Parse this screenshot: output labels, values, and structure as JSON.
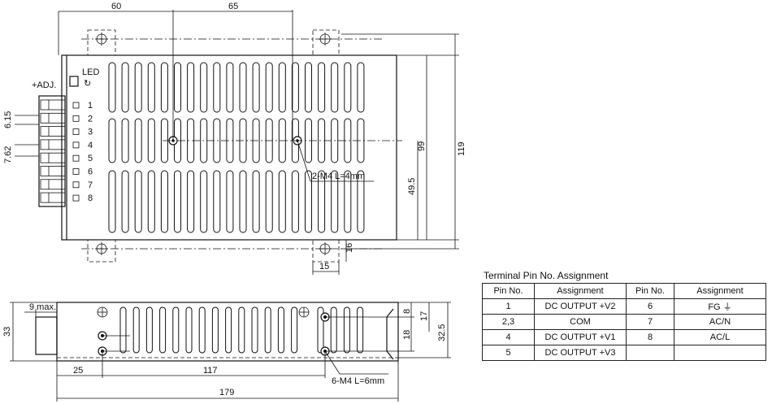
{
  "top_view": {
    "dims": {
      "d60": "60",
      "d65": "65",
      "d99": "99",
      "d119": "119",
      "d49_5": "49.5",
      "d16": "16",
      "d15": "15",
      "d6_15": "6.15",
      "d7_62": "7.62"
    },
    "labels": {
      "led": "LED",
      "adj": "+ADJ.",
      "screw_note": "2-M4 L=4mm",
      "terminals": [
        "1",
        "2",
        "3",
        "4",
        "5",
        "6",
        "7",
        "8"
      ]
    }
  },
  "side_view": {
    "dims": {
      "d33": "33",
      "d9max": "9 max.",
      "d25": "25",
      "d117": "117",
      "d179": "179",
      "d8": "8",
      "d18": "18",
      "d17": "17",
      "d32_5": "32.5"
    },
    "labels": {
      "screw_note": "6-M4 L=6mm"
    }
  },
  "pin_table": {
    "caption": "Terminal Pin No.  Assignment",
    "headers": [
      "Pin No.",
      "Assignment",
      "Pin No.",
      "Assignment"
    ],
    "rows": [
      [
        "1",
        "DC OUTPUT +V2",
        "6",
        "FG ⏚"
      ],
      [
        "2,3",
        "COM",
        "7",
        "AC/N"
      ],
      [
        "4",
        "DC OUTPUT +V1",
        "8",
        "AC/L"
      ],
      [
        "5",
        "DC OUTPUT +V3",
        "",
        ""
      ]
    ]
  }
}
